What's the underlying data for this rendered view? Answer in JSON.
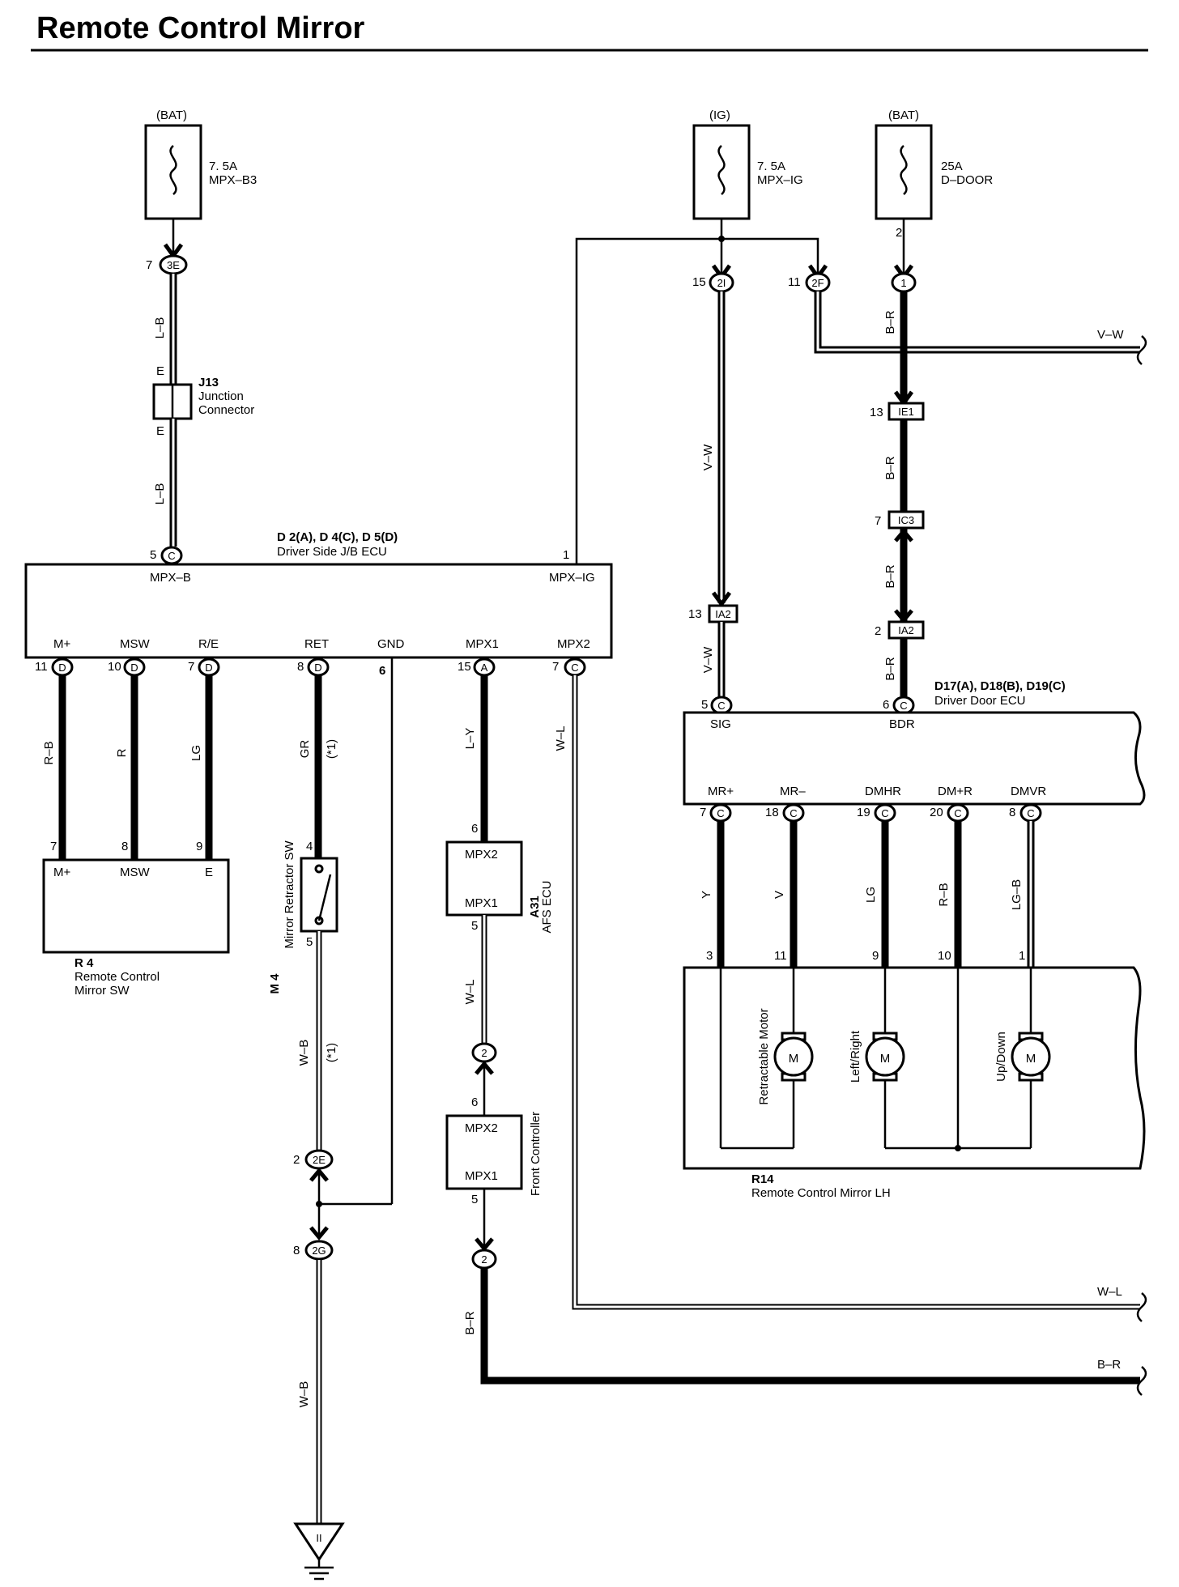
{
  "title": "Remote Control Mirror",
  "fuses": [
    {
      "source": "(BAT)",
      "rating": "7. 5A",
      "name": "MPX–B3"
    },
    {
      "source": "(IG)",
      "rating": "7. 5A",
      "name": "MPX–IG"
    },
    {
      "source": "(BAT)",
      "rating": "25A",
      "name": "D–DOOR"
    }
  ],
  "j13": {
    "code": "J13",
    "name1": "Junction",
    "name2": "Connector",
    "pin_top": "E",
    "pin_bottom": "E"
  },
  "driver_jb": {
    "code": "D 2(A), D 4(C), D 5(D)",
    "name": "Driver Side J/B ECU",
    "top_left": "MPX–B",
    "top_right": "MPX–IG",
    "pins": [
      "M+",
      "MSW",
      "R/E",
      "RET",
      "GND",
      "MPX1",
      "MPX2"
    ]
  },
  "r4": {
    "code": "R 4",
    "name1": "Remote Control",
    "name2": "Mirror SW",
    "pins": [
      "M+",
      "MSW",
      "E"
    ]
  },
  "m4": {
    "code": "M 4",
    "name": "Mirror Retractor SW"
  },
  "a31": {
    "code": "A31",
    "name": "AFS ECU",
    "pin_top": "MPX2",
    "pin_bottom": "MPX1"
  },
  "front_controller": {
    "name": "Front Controller",
    "pin_top": "MPX2",
    "pin_bottom": "MPX1"
  },
  "driver_door": {
    "code": "D17(A), D18(B), D19(C)",
    "name": "Driver Door ECU",
    "top_pins": [
      "SIG",
      "BDR"
    ],
    "bottom_pins": [
      "MR+",
      "MR–",
      "DMHR",
      "DM+R",
      "DMVR"
    ]
  },
  "r14": {
    "code": "R14",
    "name": "Remote Control Mirror LH",
    "motors": [
      "Retractable Motor",
      "Left/Right",
      "Up/Down"
    ],
    "motor_symbol": "M"
  },
  "connectors": {
    "c3e": "3E",
    "c5c": "C",
    "c2i": "2I",
    "c2f": "2F",
    "c1": "1",
    "ie1": "IE1",
    "ic3": "IC3",
    "ia2a": "IA2",
    "ia2b": "IA2",
    "d": "D",
    "a": "A",
    "c": "C",
    "c2e": "2E",
    "c2g": "2G",
    "c2": "2"
  },
  "pin_numbers": {
    "p7": "7",
    "p5": "5",
    "p1": "1",
    "p15": "15",
    "p11": "11",
    "p2": "2",
    "p13": "13",
    "p6": "6",
    "p10": "10",
    "p8": "8",
    "p9": "9",
    "p4": "4",
    "p3": "3",
    "p18": "18",
    "p19": "19",
    "p20": "20"
  },
  "wire_colors": {
    "lb": "L–B",
    "vw": "V–W",
    "br": "B–R",
    "rb": "R–B",
    "r": "R",
    "lg": "LG",
    "gr": "GR",
    "ly": "L–Y",
    "wl": "W–L",
    "wb": "W–B",
    "y": "Y",
    "v": "V",
    "lgb": "LG–B"
  },
  "note": "(*1)",
  "ground": "II"
}
